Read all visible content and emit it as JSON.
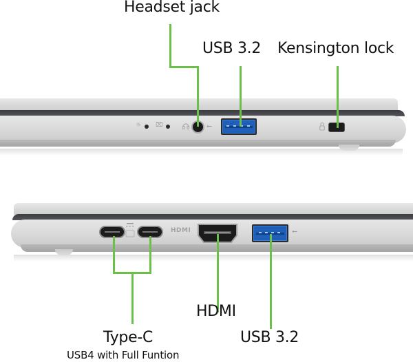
{
  "top_view": {
    "side": "right",
    "labels": {
      "headset_jack": "Headset jack",
      "usb_3_2": "USB 3.2",
      "kensington_lock": "Kensington lock"
    },
    "indicators": {
      "power_icon": "☼",
      "battery_icon": "⌧"
    },
    "usb_symbol": "⭠"
  },
  "bottom_view": {
    "side": "left",
    "labels": {
      "type_c": "Type-C",
      "type_c_sub": "USB4 with Full Funtion",
      "hdmi": "HDMI",
      "usb_3_2": "USB 3.2"
    },
    "hdmi_logo": "HDMI",
    "usb_symbol": "⭠"
  },
  "colors": {
    "callout_line": "#6cc04a",
    "usb_port_blue": "#1f5fb8",
    "chassis_silver": "#dadada",
    "text": "#111111"
  }
}
